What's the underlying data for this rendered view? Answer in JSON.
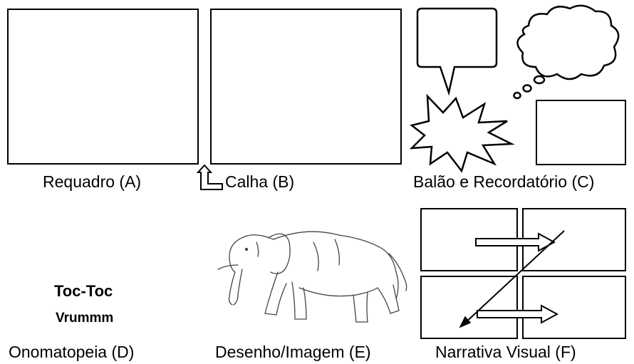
{
  "labels": {
    "requadro": "Requadro (A)",
    "calha": "Calha (B)",
    "balao": "Balão e Recordatório (C)",
    "onomatopeia": "Onomatopeia (D)",
    "desenho": "Desenho/Imagem (E)",
    "narrativa": "Narrativa Visual (F)"
  },
  "onomatopoeia": {
    "word1": "Toc-Toc",
    "word2": "Vrummm"
  }
}
